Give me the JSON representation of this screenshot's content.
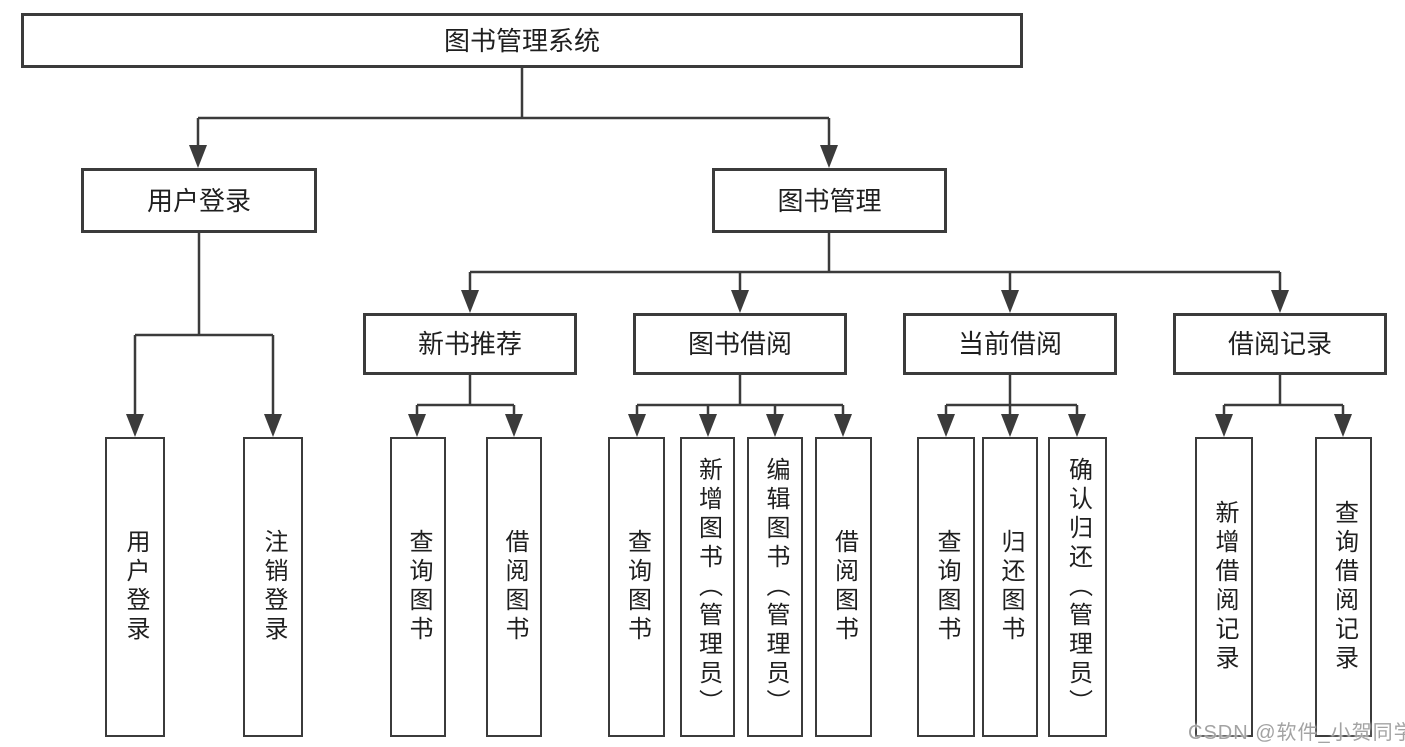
{
  "colors": {
    "background": "#ffffff",
    "line": "#3b3b3b",
    "box_border": "#3b3b3b",
    "text": "#1f1f1f",
    "watermark": "#a3a3a3"
  },
  "watermark": "CSDN @软件_小贺同学",
  "tree": {
    "root": {
      "label": "图书管理系统"
    },
    "branches": [
      {
        "label": "用户登录",
        "children": [
          {
            "label": "用户登录"
          },
          {
            "label": "注销登录"
          }
        ]
      },
      {
        "label": "图书管理",
        "children": [
          {
            "label": "新书推荐",
            "children": [
              {
                "label": "查询图书"
              },
              {
                "label": "借阅图书"
              }
            ]
          },
          {
            "label": "图书借阅",
            "children": [
              {
                "label": "查询图书"
              },
              {
                "label": "新增图书（管理员）"
              },
              {
                "label": "编辑图书（管理员）"
              },
              {
                "label": "借阅图书"
              }
            ]
          },
          {
            "label": "当前借阅",
            "children": [
              {
                "label": "查询图书"
              },
              {
                "label": "归还图书"
              },
              {
                "label": "确认归还（管理员）"
              }
            ]
          },
          {
            "label": "借阅记录",
            "children": [
              {
                "label": "新增借阅记录"
              },
              {
                "label": "查询借阅记录"
              }
            ]
          }
        ]
      }
    ]
  }
}
